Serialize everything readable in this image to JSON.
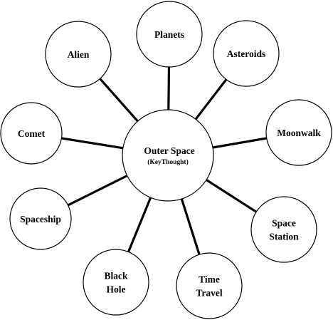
{
  "center": {
    "title": "Outer Space",
    "subtitle": "(KeyThought)"
  },
  "nodes": [
    {
      "id": "planets",
      "lines": [
        "Planets"
      ]
    },
    {
      "id": "asteroids",
      "lines": [
        "Asteroids"
      ]
    },
    {
      "id": "moonwalk",
      "lines": [
        "Moonwalk"
      ]
    },
    {
      "id": "space-station",
      "lines": [
        "Space",
        "Station"
      ]
    },
    {
      "id": "time-travel",
      "lines": [
        "Time",
        "Travel"
      ]
    },
    {
      "id": "black-hole",
      "lines": [
        "Black",
        "Hole"
      ]
    },
    {
      "id": "spaceship",
      "lines": [
        "Spaceship"
      ]
    },
    {
      "id": "comet",
      "lines": [
        "Comet"
      ]
    },
    {
      "id": "alien",
      "lines": [
        "Alien"
      ]
    }
  ]
}
